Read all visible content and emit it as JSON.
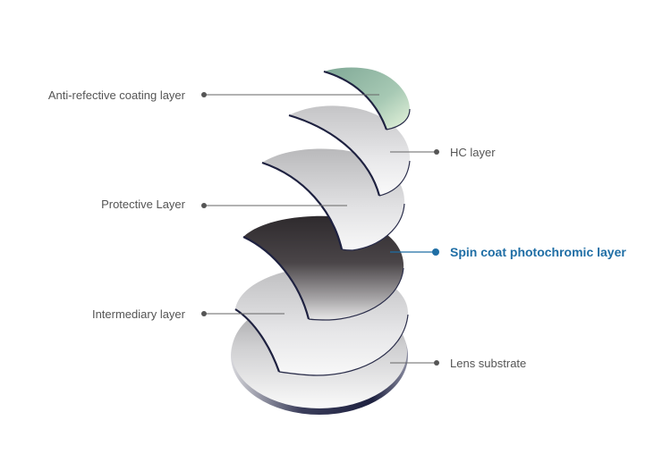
{
  "diagram": {
    "labels": {
      "anti_reflective": "Anti-refective coating layer",
      "hc": "HC layer",
      "protective": "Protective Layer",
      "spin_coat": "Spin coat photochromic layer",
      "intermediary": "Intermediary layer",
      "substrate": "Lens substrate"
    },
    "colors": {
      "label_text": "#555555",
      "accent": "#1f6ea5",
      "leader_line": "#666666",
      "edge": "#1e2140",
      "ar_tint": "#8fb8a2",
      "photochromic_dark": "#3a3538"
    }
  }
}
